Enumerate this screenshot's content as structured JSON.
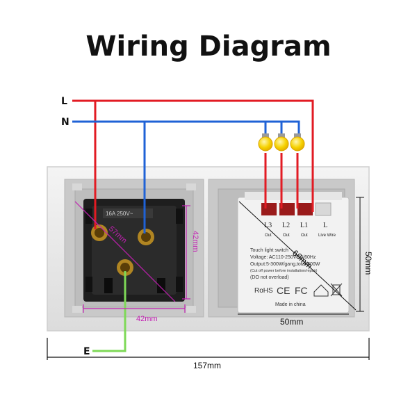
{
  "title": "Wiring Diagram",
  "wires": {
    "live_label": "L",
    "neutral_label": "N",
    "earth_label": "E",
    "colors": {
      "live": "#e21b23",
      "neutral": "#1f62d6",
      "earth": "#7ed957",
      "dimension": "#c21fb2"
    }
  },
  "socket": {
    "rating_text": "16A 250V~",
    "dim_diagonal": "57mm",
    "dim_height": "42mm",
    "dim_width": "42mm"
  },
  "switch_module": {
    "terminals": [
      {
        "name": "L3",
        "sub": "Out"
      },
      {
        "name": "L2",
        "sub": "Out"
      },
      {
        "name": "L1",
        "sub": "Out"
      },
      {
        "name": "L",
        "sub": "Live Wire"
      }
    ],
    "spec_lines": [
      "Touch light switch",
      "Voltage: AC110-250V 50/60Hz",
      "Output:5-300W/gang,total 800W",
      "(Cut off power before installation/repair)",
      "(DO not overload)"
    ],
    "cert_marks": [
      "RoHS",
      "CE",
      "FC"
    ],
    "made_in": "Made in china",
    "dim_diagonal": "60mm",
    "dim_height": "50mm",
    "dim_width": "50mm"
  },
  "overall_width": "157mm",
  "bulbs": [
    "bulb-1",
    "bulb-2",
    "bulb-3"
  ]
}
